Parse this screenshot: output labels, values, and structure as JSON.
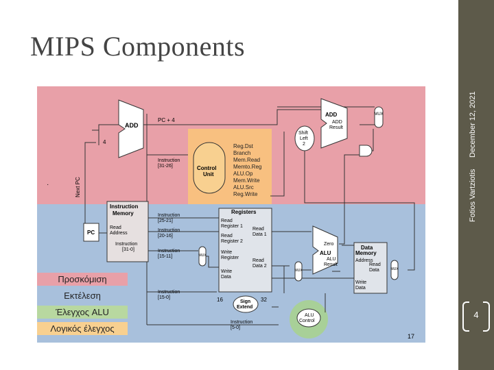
{
  "slide": {
    "title": "MIPS Components",
    "author": "Fotios Vartziotis",
    "date": "December 12, 2021",
    "page_number": "4"
  },
  "legend": [
    {
      "label": "Προσκόμιση",
      "color": "#e8a0a8"
    },
    {
      "label": "Εκτέλεση",
      "color": "#a8c0dc"
    },
    {
      "label": "Έλεγχος ALU",
      "color": "#b8d8a0"
    },
    {
      "label": "Λογικός έλεγχος",
      "color": "#f8d090"
    }
  ],
  "diagram": {
    "add_left": "ADD",
    "pc_plus_4": "PC + 4",
    "four": "4",
    "next_pc": "Next PC",
    "dot": "·",
    "pc": "PC",
    "instruction_31_26": [
      "Instruction",
      "[31-26]"
    ],
    "control_unit": [
      "Control",
      "Unit"
    ],
    "control_signals": [
      "Reg.Dst",
      "Branch",
      "Mem.Read",
      "Memto.Reg",
      "ALU.Op",
      "Mem.Write",
      "ALU.Src",
      "Reg.Write"
    ],
    "shift_left_2": [
      "Shift",
      "Left",
      "2"
    ],
    "add_right": "ADD",
    "add_result": [
      "ADD",
      "Result"
    ],
    "mux": "MUX",
    "instruction_memory": [
      "Instruction",
      "Memory"
    ],
    "read_address": [
      "Read",
      "Address"
    ],
    "instruction_31_0": [
      "Instruction",
      "[31-0]"
    ],
    "instruction_25_21": [
      "Instruction",
      "[25-21]"
    ],
    "instruction_20_16": [
      "Instruction",
      "[20-16]"
    ],
    "instruction_15_11": [
      "Instruction",
      "[15-11]"
    ],
    "instruction_15_0": [
      "Instruction",
      "[15-0]"
    ],
    "instruction_5_0": [
      "Instruction",
      "[5-0]"
    ],
    "registers": "Registers",
    "read_register_1": [
      "Read",
      "Register 1"
    ],
    "read_register_2": [
      "Read",
      "Register 2"
    ],
    "write_register": [
      "Write",
      "Register"
    ],
    "write_data": [
      "Write",
      "Data"
    ],
    "read_data_1": [
      "Read",
      "Data 1"
    ],
    "read_data_2": [
      "Read",
      "Data 2"
    ],
    "zero": "Zero",
    "alu": "ALU",
    "alu_result": [
      "ALU",
      "Result"
    ],
    "data_memory": [
      "Data",
      "Memory"
    ],
    "address": "Address",
    "read_data": [
      "Read",
      "Data"
    ],
    "dm_write_data": [
      "Write",
      "Data"
    ],
    "sign_extend": [
      "Sign",
      "Extend"
    ],
    "sixteen": "16",
    "thirtytwo": "32",
    "alu_control": [
      "ALU",
      "Control"
    ],
    "slide_corner_number": "17"
  }
}
